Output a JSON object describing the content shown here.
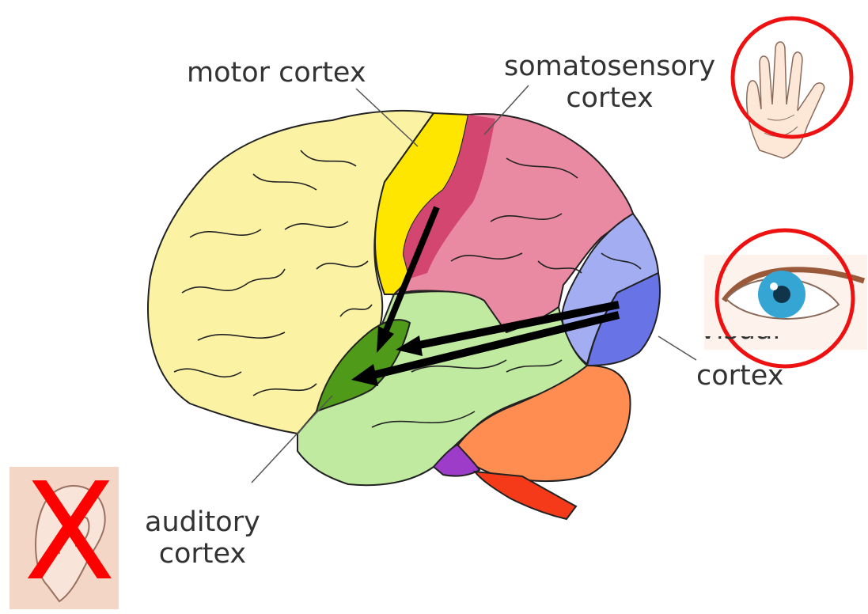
{
  "labels": {
    "motor_cortex": "motor cortex",
    "somatosensory_line1": "somatosensory",
    "somatosensory_line2": "cortex",
    "visual_line1": "visual",
    "visual_line2": "cortex",
    "auditory_line1": "auditory",
    "auditory_line2": "cortex"
  },
  "ear_mark": "X",
  "colors": {
    "frontal_lobe": "#fbf2a4",
    "motor_cortex": "#ffe600",
    "somatosensory_cortex": "#d2466f",
    "parietal_lobe": "#e98aa2",
    "occipital_lobe": "#a3aef2",
    "visual_cortex": "#6874e6",
    "temporal_lobe": "#bfeaa0",
    "auditory_cortex": "#4f9a19",
    "cerebellum": "#ff8c50",
    "brainstem": "#f43a18",
    "pons": "#9c3cc8",
    "highlight_circle": "#ee1111",
    "cross_mark": "#ff0000",
    "arrow": "#000000"
  },
  "icons": [
    "hand-icon",
    "eye-icon",
    "ear-icon"
  ]
}
